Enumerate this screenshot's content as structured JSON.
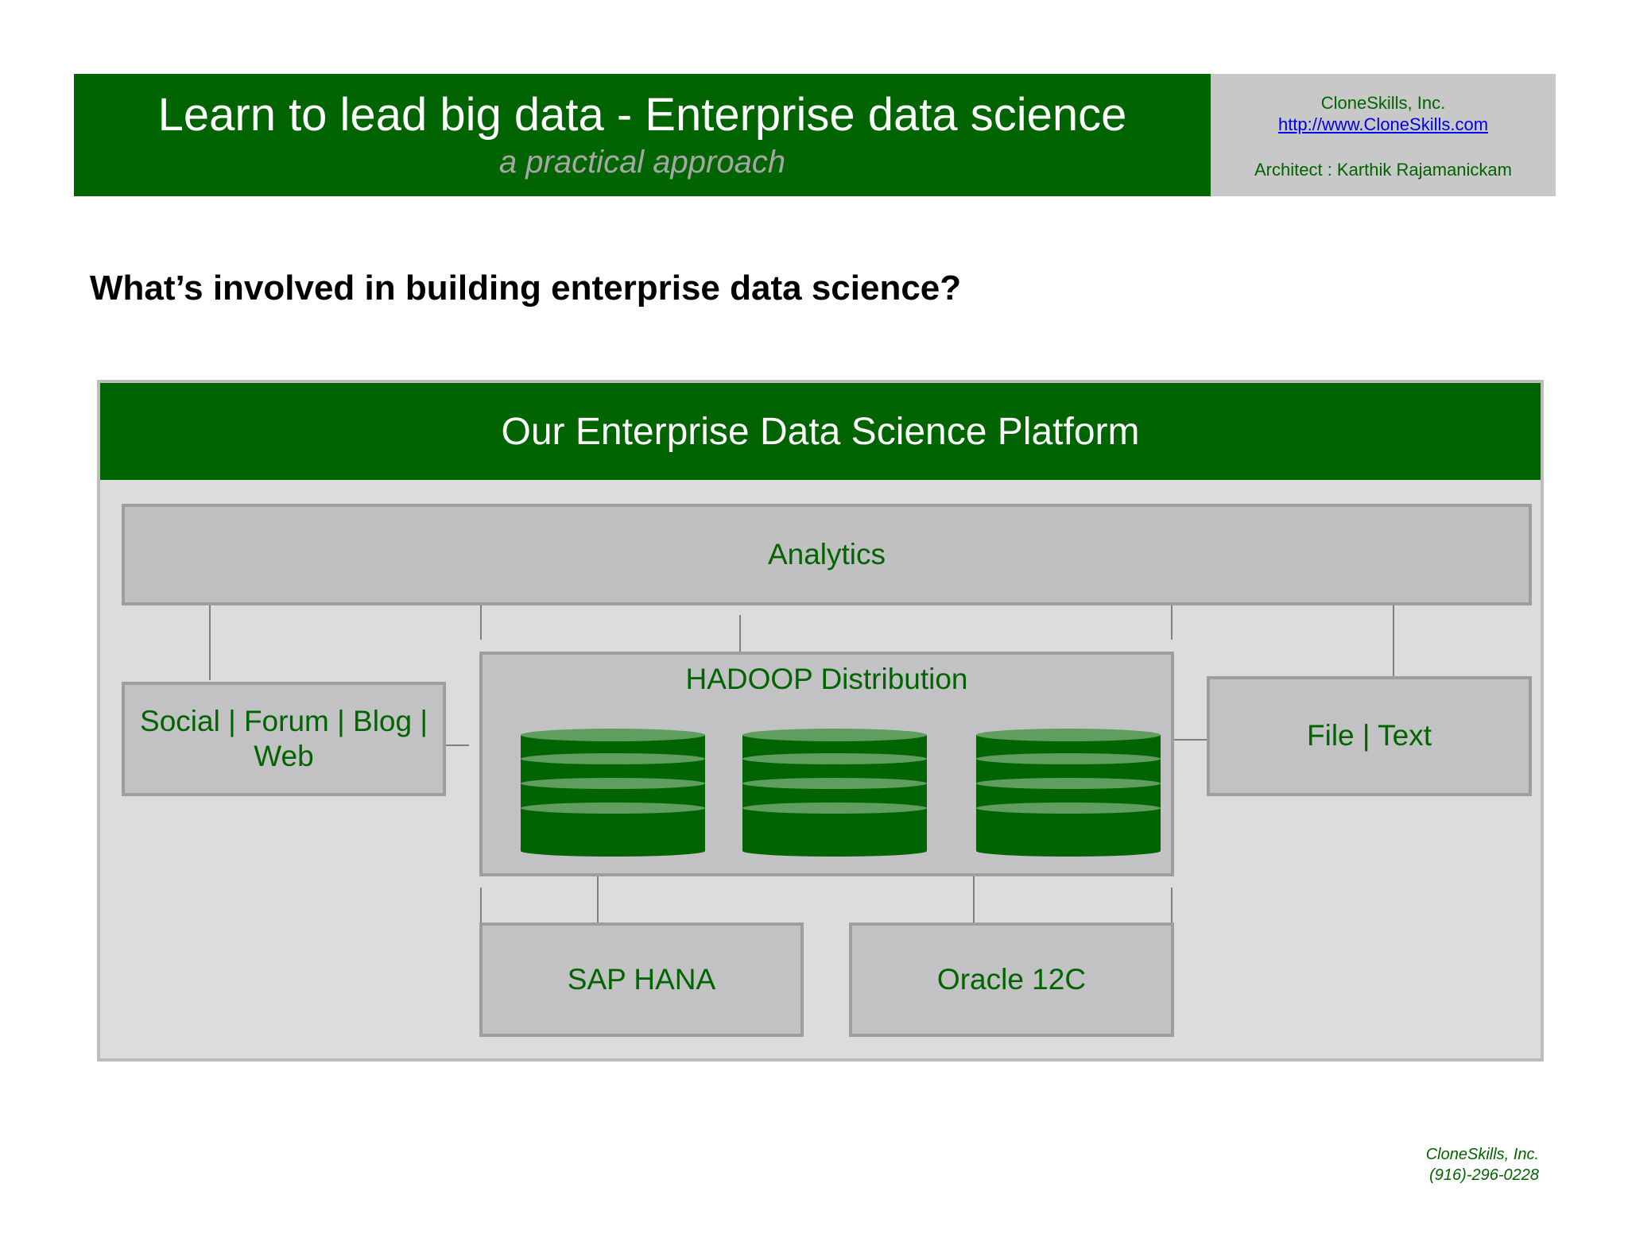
{
  "header": {
    "title": "Learn to lead big data - Enterprise data science",
    "subtitle": "a practical approach",
    "company": "CloneSkills, Inc.",
    "website": "http://www.CloneSkills.com",
    "architect": "Architect : Karthik Rajamanickam"
  },
  "question": "What’s involved in building enterprise data science?",
  "platform": {
    "title": "Our Enterprise Data Science Platform",
    "analytics": "Analytics",
    "social_line1": "Social | Forum | Blog |",
    "social_line2": "Web",
    "hadoop": "HADOOP Distribution",
    "file_text": "File | Text",
    "sap_hana": "SAP HANA",
    "oracle": "Oracle 12C"
  },
  "footer": {
    "company": "CloneSkills, Inc.",
    "phone": "(916)-296-0228"
  },
  "colors": {
    "brand_green": "#006400",
    "header_gray": "#c8c8c8",
    "box_gray": "#c2c2c4",
    "panel_gray": "#dcdcdc",
    "link_blue": "#0000ee"
  }
}
